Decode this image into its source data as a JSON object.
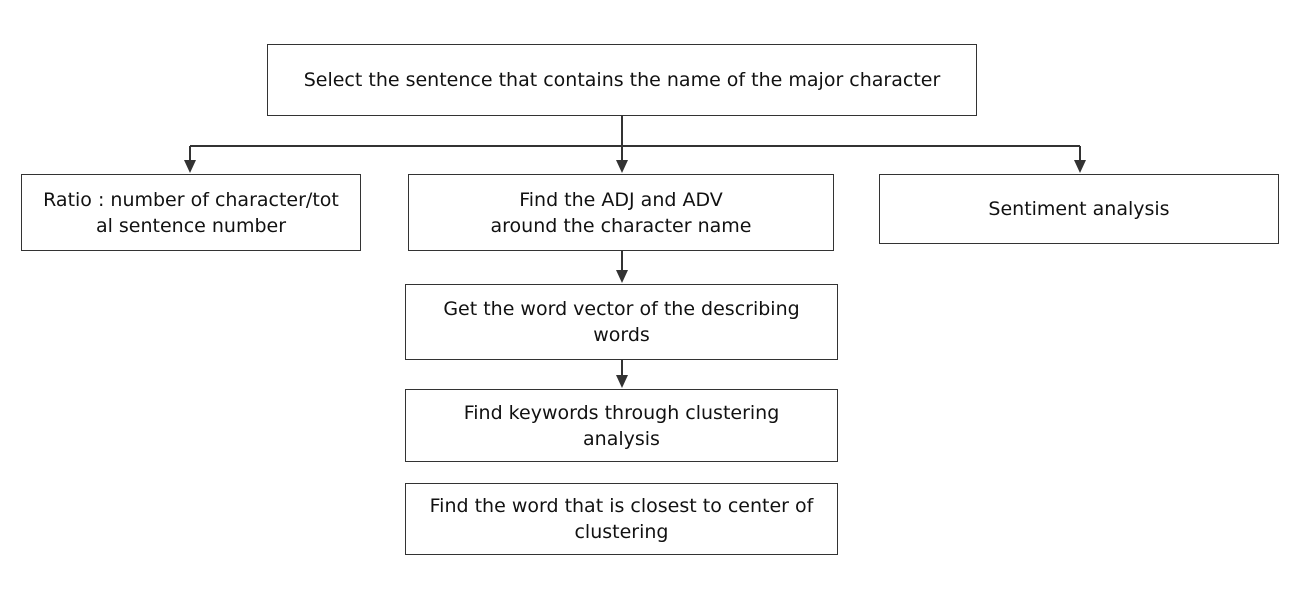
{
  "diagram": {
    "nodes": {
      "root": "Select the sentence that contains the name of the major character",
      "ratio": "Ratio : number of character/tot\nal sentence number",
      "find_adj_adv": "Find the ADJ and ADV\naround the character name",
      "sentiment": "Sentiment analysis",
      "word_vector": "Get the word vector of the describing\nwords",
      "keywords": "Find keywords through clustering\nanalysis",
      "closest_word": "Find the word that is closest to center of\nclustering"
    },
    "edges": [
      {
        "from": "root",
        "to": "ratio"
      },
      {
        "from": "root",
        "to": "find_adj_adv"
      },
      {
        "from": "root",
        "to": "sentiment"
      },
      {
        "from": "find_adj_adv",
        "to": "word_vector"
      },
      {
        "from": "word_vector",
        "to": "keywords"
      }
    ]
  }
}
